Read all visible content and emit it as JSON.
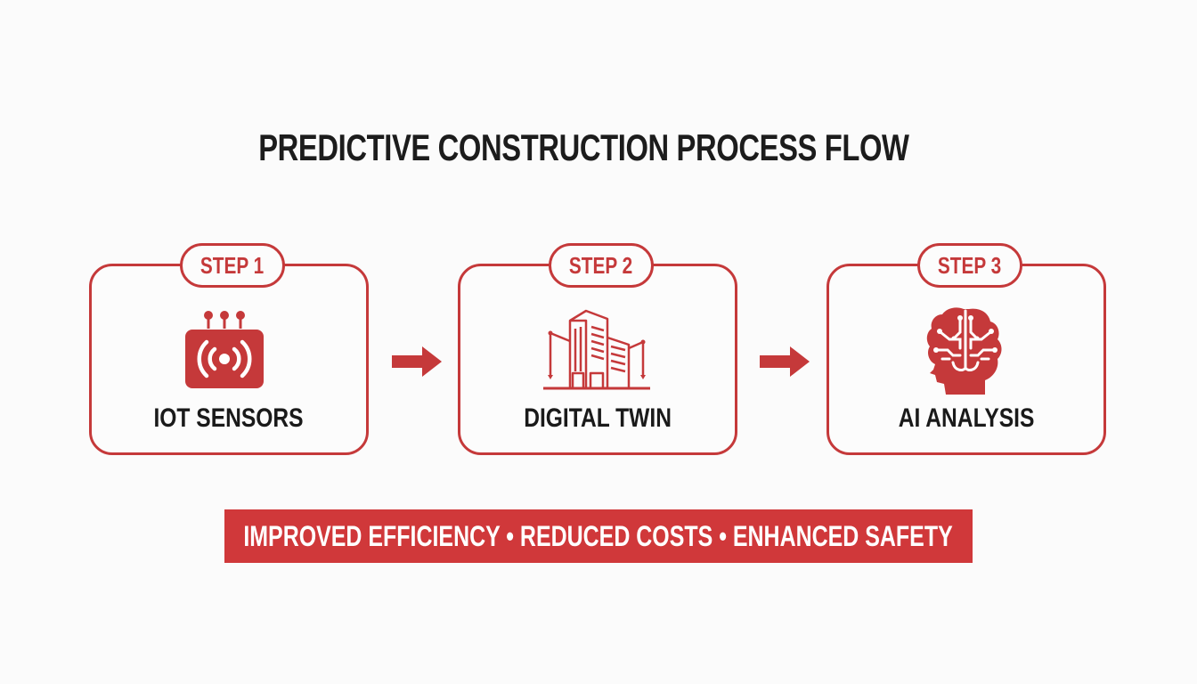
{
  "title": "PREDICTIVE CONSTRUCTION PROCESS FLOW",
  "colors": {
    "accent": "#c5393a",
    "banner": "#d0383a",
    "text": "#1a1a1a",
    "background": "#fbfbfb"
  },
  "steps": [
    {
      "badge": "STEP 1",
      "label": "IOT SENSORS",
      "icon": "iot-sensor-icon"
    },
    {
      "badge": "STEP 2",
      "label": "DIGITAL TWIN",
      "icon": "building-icon"
    },
    {
      "badge": "STEP 3",
      "label": "AI ANALYSIS",
      "icon": "brain-circuit-icon"
    }
  ],
  "arrows": [
    {
      "icon": "arrow-right-icon"
    },
    {
      "icon": "arrow-right-icon"
    }
  ],
  "banner": {
    "text": "IMPROVED EFFICIENCY • REDUCED COSTS • ENHANCED SAFETY",
    "items": [
      "IMPROVED EFFICIENCY",
      "REDUCED COSTS",
      "ENHANCED SAFETY"
    ]
  }
}
